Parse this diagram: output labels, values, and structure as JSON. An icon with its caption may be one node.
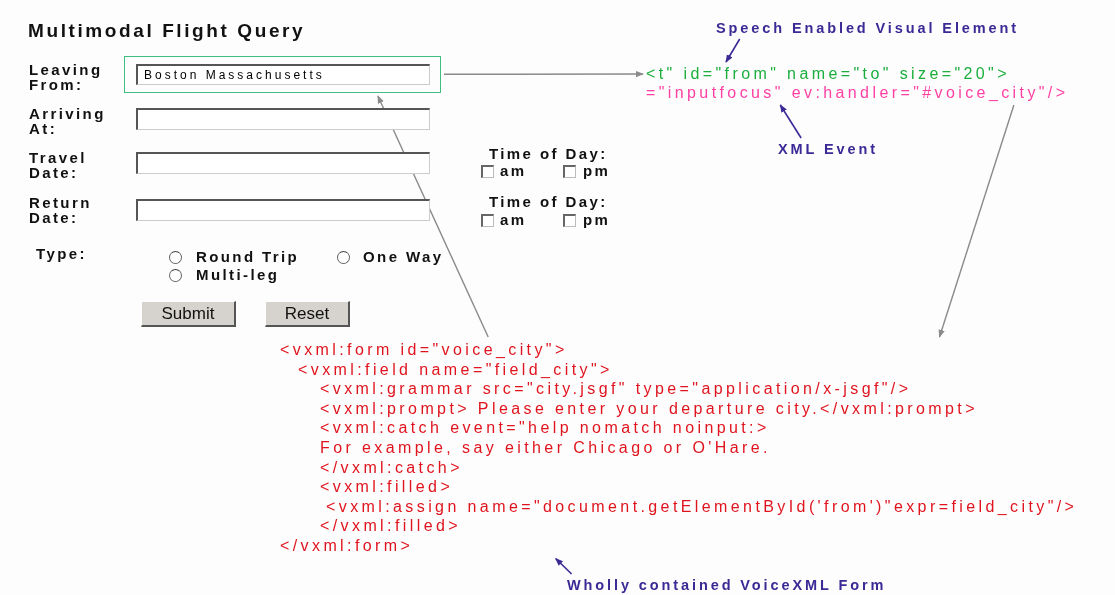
{
  "diagram": {
    "title": "Multimodal Flight Query",
    "nodes": [
      {
        "text": [
          "Boston Massachusetts"
        ]
      },
      {
        "text": [
          "<t\" id=\"from\" name=\"to\" size=\"20\">"
        ]
      },
      {
        "text": [
          "=\"inputfocus\" ev:handler=\"#voice_city\"/>"
        ]
      },
      {
        "text": [
          "Speech Enabled Visual Element"
        ]
      },
      {
        "text": [
          "XML Event"
        ]
      },
      {
        "text": [
          "<vxml:form id=\"voice_city\">",
          "<vxml:field name=\"field_city\">",
          "<vxml:grammar src=\"city.jsgf\" type=\"application/x-jsgf\"/>",
          "<vxml:prompt> Please enter your departure city.</vxml:prompt>",
          "<vxml:catch event=\"help nomatch noinput:>",
          "For example, say either Chicago or O'Hare.",
          "</vxml:catch>",
          "<vxml:filled>",
          "<vxml:assign name=\"document.getElementById('from')\"expr=field_city\"/>",
          "</vxml:filled>",
          "</vxml:form>"
        ]
      },
      {
        "text": [
          "Wholly contained VoiceXML Form"
        ]
      }
    ],
    "edges": [
      {
        "from": 0,
        "to": 1,
        "arrow": "to"
      },
      {
        "from": 2,
        "to": 5,
        "arrow": "to"
      },
      {
        "from": 5,
        "to": 0,
        "arrow": "to"
      },
      {
        "from": 3,
        "to": 1,
        "arrow": "to",
        "color": "#3b2a96"
      },
      {
        "from": 4,
        "to": 2,
        "arrow": "to",
        "color": "#3b2a96"
      },
      {
        "from": 6,
        "to": 5,
        "arrow": "to",
        "color": "#3b2a96"
      }
    ],
    "labels": [
      "Leaving From:",
      "Arriving At:",
      "Travel Date:",
      "Return Date:",
      "Time of Day:",
      "am",
      "pm",
      "Time of Day:",
      "am",
      "pm",
      "Type:",
      "Round Trip",
      "One Way",
      "Multi-leg",
      "Submit",
      "Reset"
    ]
  }
}
